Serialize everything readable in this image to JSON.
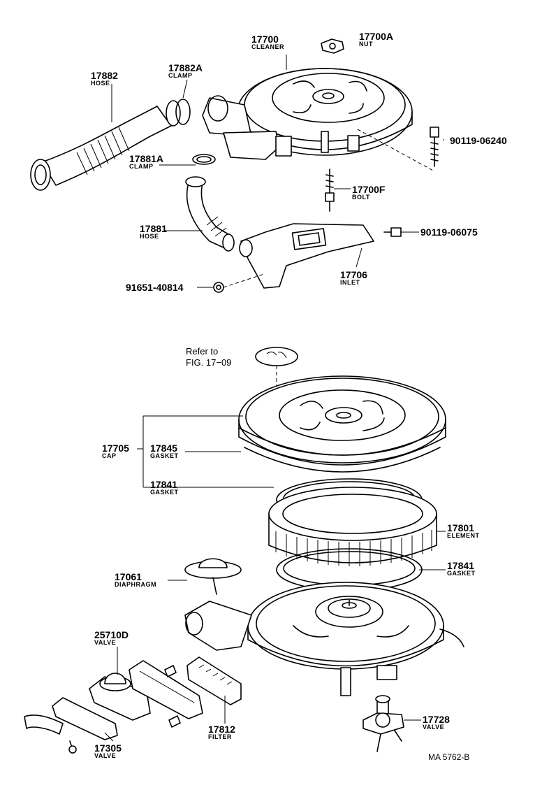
{
  "parts": [
    {
      "id": "p17700",
      "number": "17700",
      "name": "CLEANER"
    },
    {
      "id": "p17700a",
      "number": "17700A",
      "name": "NUT"
    },
    {
      "id": "p17882a",
      "number": "17882A",
      "name": "CLAMP"
    },
    {
      "id": "p17882",
      "number": "17882",
      "name": "HOSE"
    },
    {
      "id": "p9011906240",
      "number": "90119-06240",
      "name": ""
    },
    {
      "id": "p17881a",
      "number": "17881A",
      "name": "CLAMP"
    },
    {
      "id": "p17700f",
      "number": "17700F",
      "name": "BOLT"
    },
    {
      "id": "p17881",
      "number": "17881",
      "name": "HOSE"
    },
    {
      "id": "p9011906075",
      "number": "90119-06075",
      "name": ""
    },
    {
      "id": "p17706",
      "number": "17706",
      "name": "INLET"
    },
    {
      "id": "p9165140814",
      "number": "91651-40814",
      "name": ""
    },
    {
      "id": "p17705",
      "number": "17705",
      "name": "CAP"
    },
    {
      "id": "p17845",
      "number": "17845",
      "name": "GASKET"
    },
    {
      "id": "p17841a",
      "number": "17841",
      "name": "GASKET"
    },
    {
      "id": "p17801",
      "number": "17801",
      "name": "ELEMENT"
    },
    {
      "id": "p17841b",
      "number": "17841",
      "name": "GASKET"
    },
    {
      "id": "p17061",
      "number": "17061",
      "name": "DIAPHRAGM"
    },
    {
      "id": "p25710d",
      "number": "25710D",
      "name": "VALVE"
    },
    {
      "id": "p17812",
      "number": "17812",
      "name": "FILTER"
    },
    {
      "id": "p17728",
      "number": "17728",
      "name": "VALVE"
    },
    {
      "id": "p17305",
      "number": "17305",
      "name": "VALVE"
    }
  ],
  "reference": {
    "line1": "Refer to",
    "line2": "FIG. 17−09"
  },
  "figure_code": "MA 5762-B"
}
